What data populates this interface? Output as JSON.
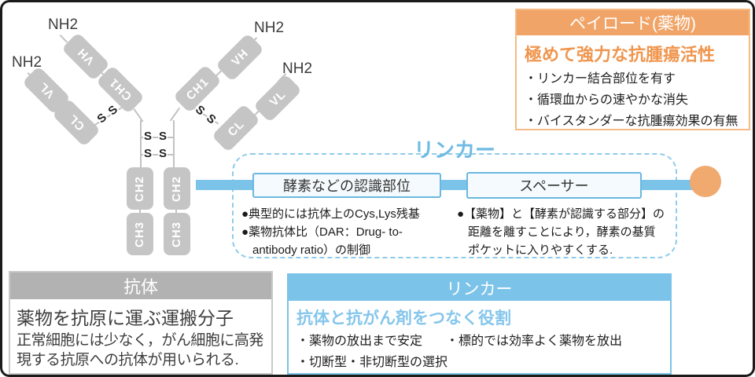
{
  "colors": {
    "orange": "#F0A467",
    "orange_heading_text": "#F0954D",
    "payload_circle": "#F0A96E",
    "blue": "#7CC3E9",
    "blue_title_text": "#6FBBE3",
    "panel_gray": "#B2B2B2",
    "domain_gray": "#C5C5C5"
  },
  "diagram": {
    "nh2_label": "NH2",
    "s_label": "S",
    "domains": {
      "vh": "VH",
      "ch1": "CH1",
      "vl": "VL",
      "cl": "CL",
      "ch2": "CH2",
      "ch3": "CH3"
    },
    "linker_title": "リンカー",
    "recognition_box_label": "酵素などの認識部位",
    "spacer_box_label": "スペーサー",
    "recognition_notes": [
      "●典型的には抗体上のCys,Lys残基",
      "●薬物抗体比（DAR：Drug- to-",
      "antibody ratio）の制御"
    ],
    "spacer_notes": [
      "●【薬物】と【酵素が認識する部分】の",
      "距離を離すことにより，酵素の基質",
      "ポケットに入りやすくする."
    ]
  },
  "payload_panel": {
    "title": "ペイロード(薬物)",
    "heading": "極めて強力な抗腫瘍活性",
    "bullets": [
      "・リンカー結合部位を有す",
      "・循環血からの速やかな消失",
      "・バイスタンダーな抗腫瘍効果の有無"
    ]
  },
  "antibody_panel": {
    "title": "抗体",
    "heading": "薬物を抗原に運ぶ運搬分子",
    "body_lines": [
      "正常細胞には少なく，がん細胞に高発",
      "現する抗原への抗体が用いられる."
    ]
  },
  "linker_panel": {
    "title": "リンカー",
    "heading": "抗体と抗がん剤をつなく役割",
    "bullets": [
      "・薬物の放出まで安定",
      "・標的では効率よく薬物を放出",
      "・切断型・非切断型の選択"
    ]
  }
}
